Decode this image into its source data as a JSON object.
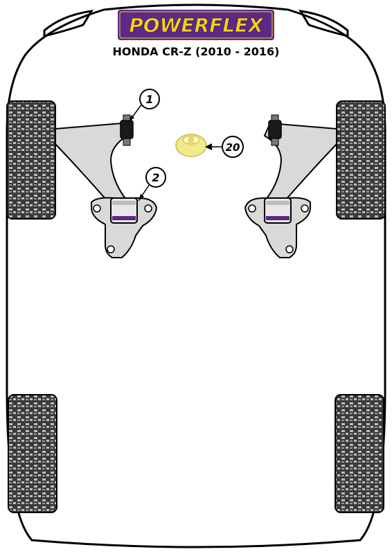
{
  "brand": {
    "logo_text": "POWERFLEX",
    "logo_bg_color": "#5b2a86",
    "logo_text_color": "#f7d117"
  },
  "header": {
    "title": "HONDA CR-Z (2010 - 2016)"
  },
  "diagram": {
    "car_outline_color": "#000000",
    "arm_fill_color": "#d9d9d9",
    "bush_color": "#1a1a1a",
    "bush_accent_color": "#5b2a86",
    "mount_color": "#f2e98a"
  },
  "callouts": [
    {
      "id": "callout-1",
      "label": "1"
    },
    {
      "id": "callout-2",
      "label": "2"
    },
    {
      "id": "callout-20",
      "label": "20"
    }
  ]
}
